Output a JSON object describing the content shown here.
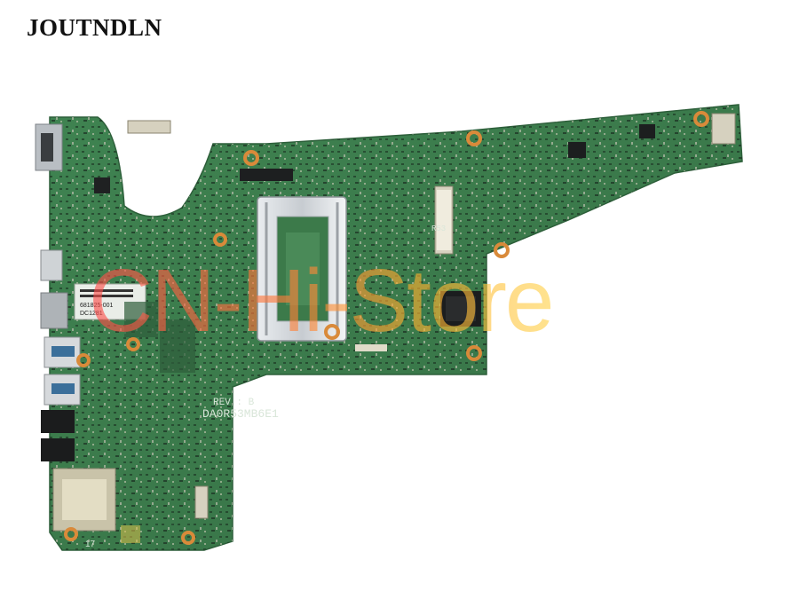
{
  "brand": {
    "name": "JOUTNDLN"
  },
  "watermark": {
    "text": "CN-Hi-Store"
  },
  "board_silkscreen": {
    "model": "DA0R53MB6E1",
    "rev": "REV : B",
    "label_fragment": "R53",
    "sticker_codes": [
      "681825-001",
      "DC1281"
    ],
    "corner_mark": "17"
  },
  "colors": {
    "pcb_green": "#3e7e4e",
    "pcb_dark": "#2b5e3a",
    "background": "#ffffff",
    "watermark_red": "#ff4b4b",
    "watermark_yellow": "#ffd24a"
  }
}
